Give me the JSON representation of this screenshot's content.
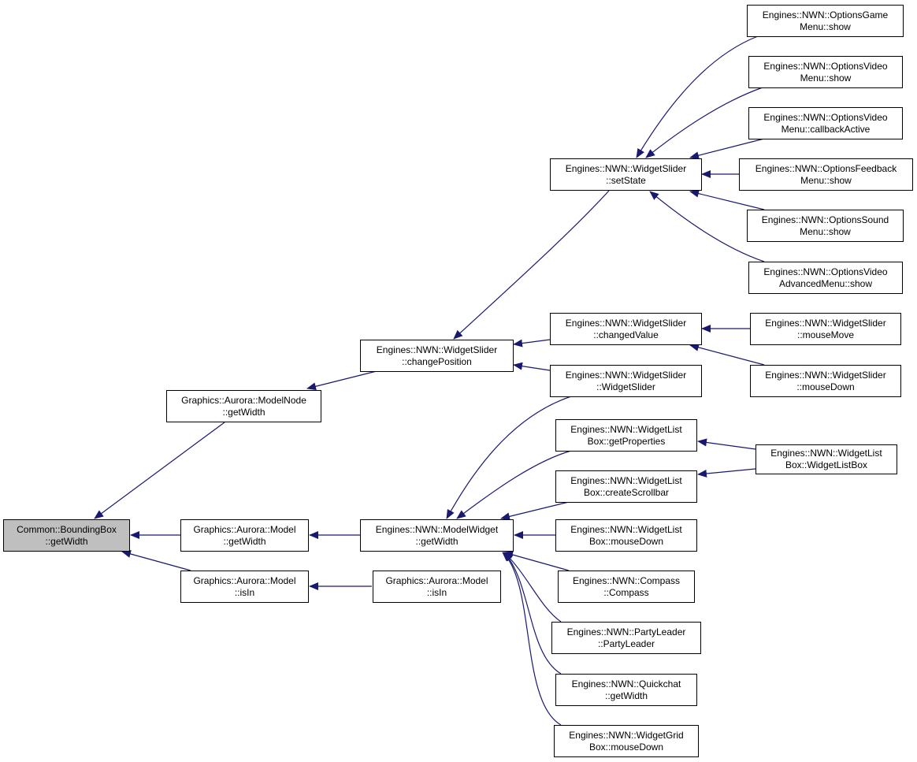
{
  "graph": {
    "edge_color": "#191970",
    "root_fill": "#bfbfbf",
    "nodes": {
      "bb": {
        "l1": "Common::BoundingBox",
        "l2": "::getWidth"
      },
      "mn": {
        "l1": "Graphics::Aurora::ModelNode",
        "l2": "::getWidth"
      },
      "mgw": {
        "l1": "Graphics::Aurora::Model",
        "l2": "::getWidth"
      },
      "mis": {
        "l1": "Graphics::Aurora::Model",
        "l2": "::isIn"
      },
      "mis2": {
        "l1": "Graphics::Aurora::Model",
        "l2": "::isIn"
      },
      "mw": {
        "l1": "Engines::NWN::ModelWidget",
        "l2": "::getWidth"
      },
      "cp": {
        "l1": "Engines::NWN::WidgetSlider",
        "l2": "::changePosition"
      },
      "ss": {
        "l1": "Engines::NWN::WidgetSlider",
        "l2": "::setState"
      },
      "cv": {
        "l1": "Engines::NWN::WidgetSlider",
        "l2": "::changedValue"
      },
      "wsc": {
        "l1": "Engines::NWN::WidgetSlider",
        "l2": "::WidgetSlider"
      },
      "ogm": {
        "l1": "Engines::NWN::OptionsGame",
        "l2": "Menu::show"
      },
      "ovm": {
        "l1": "Engines::NWN::OptionsVideo",
        "l2": "Menu::show"
      },
      "ovc": {
        "l1": "Engines::NWN::OptionsVideo",
        "l2": "Menu::callbackActive"
      },
      "ofm": {
        "l1": "Engines::NWN::OptionsFeedback",
        "l2": "Menu::show"
      },
      "osm": {
        "l1": "Engines::NWN::OptionsSound",
        "l2": "Menu::show"
      },
      "ova": {
        "l1": "Engines::NWN::OptionsVideo",
        "l2": "AdvancedMenu::show"
      },
      "wmm": {
        "l1": "Engines::NWN::WidgetSlider",
        "l2": "::mouseMove"
      },
      "wmd": {
        "l1": "Engines::NWN::WidgetSlider",
        "l2": "::mouseDown"
      },
      "lgp": {
        "l1": "Engines::NWN::WidgetList",
        "l2": "Box::getProperties"
      },
      "lcs": {
        "l1": "Engines::NWN::WidgetList",
        "l2": "Box::createScrollbar"
      },
      "lmd": {
        "l1": "Engines::NWN::WidgetList",
        "l2": "Box::mouseDown"
      },
      "cmp": {
        "l1": "Engines::NWN::Compass",
        "l2": "::Compass"
      },
      "pl": {
        "l1": "Engines::NWN::PartyLeader",
        "l2": "::PartyLeader"
      },
      "qc": {
        "l1": "Engines::NWN::Quickchat",
        "l2": "::getWidth"
      },
      "gmd": {
        "l1": "Engines::NWN::WidgetGrid",
        "l2": "Box::mouseDown"
      },
      "lwb": {
        "l1": "Engines::NWN::WidgetList",
        "l2": "Box::WidgetListBox"
      }
    }
  }
}
